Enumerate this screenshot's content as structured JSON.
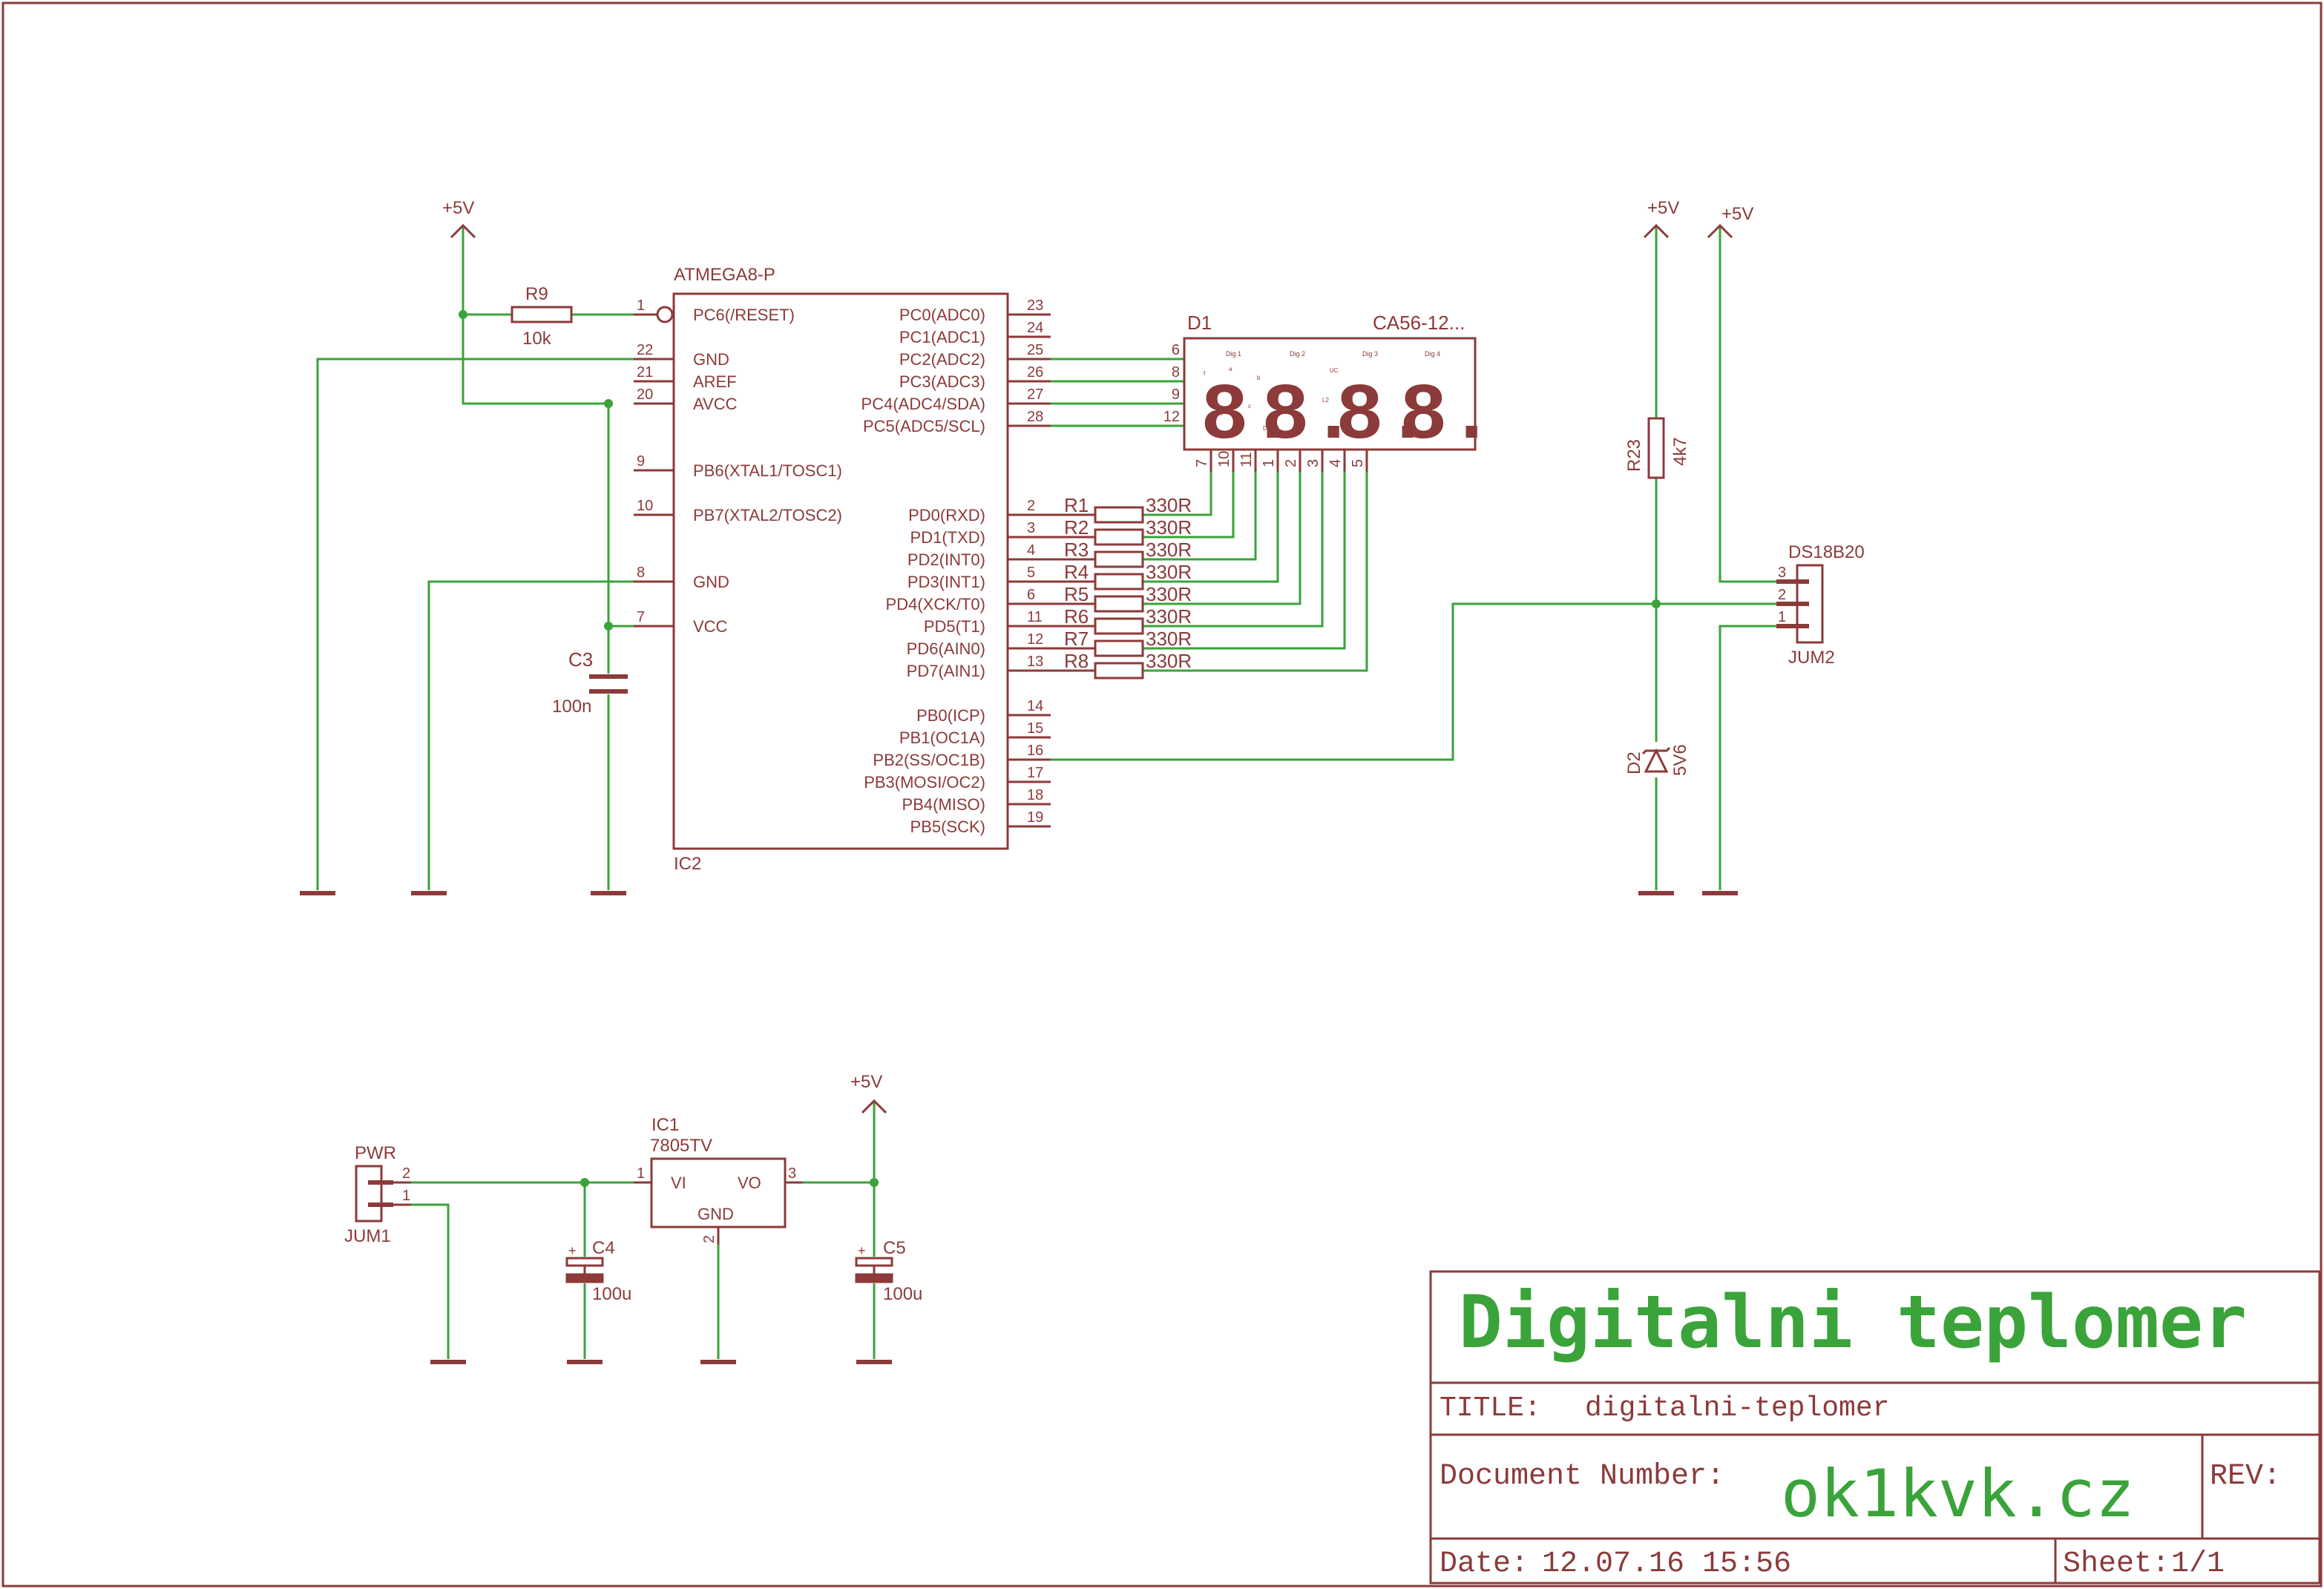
{
  "colors": {
    "symbol": "#8c3a3a",
    "wire": "#3aa33a",
    "junction": "#3aa33a",
    "background": "#ffffff"
  },
  "supply": {
    "label": "+5V"
  },
  "mcu": {
    "name": "ATMEGA8-P",
    "ref": "IC2",
    "left_pins": [
      {
        "num": "1",
        "name": "PC6(/RESET)"
      },
      {
        "num": "22",
        "name": "GND"
      },
      {
        "num": "21",
        "name": "AREF"
      },
      {
        "num": "20",
        "name": "AVCC"
      },
      {
        "num": "9",
        "name": "PB6(XTAL1/TOSC1)"
      },
      {
        "num": "10",
        "name": "PB7(XTAL2/TOSC2)"
      },
      {
        "num": "8",
        "name": "GND"
      },
      {
        "num": "7",
        "name": "VCC"
      }
    ],
    "right_pins": [
      {
        "num": "23",
        "name": "PC0(ADC0)"
      },
      {
        "num": "24",
        "name": "PC1(ADC1)"
      },
      {
        "num": "25",
        "name": "PC2(ADC2)"
      },
      {
        "num": "26",
        "name": "PC3(ADC3)"
      },
      {
        "num": "27",
        "name": "PC4(ADC4/SDA)"
      },
      {
        "num": "28",
        "name": "PC5(ADC5/SCL)"
      },
      {
        "num": "2",
        "name": "PD0(RXD)"
      },
      {
        "num": "3",
        "name": "PD1(TXD)"
      },
      {
        "num": "4",
        "name": "PD2(INT0)"
      },
      {
        "num": "5",
        "name": "PD3(INT1)"
      },
      {
        "num": "6",
        "name": "PD4(XCK/T0)"
      },
      {
        "num": "11",
        "name": "PD5(T1)"
      },
      {
        "num": "12",
        "name": "PD6(AIN0)"
      },
      {
        "num": "13",
        "name": "PD7(AIN1)"
      },
      {
        "num": "14",
        "name": "PB0(ICP)"
      },
      {
        "num": "15",
        "name": "PB1(OC1A)"
      },
      {
        "num": "16",
        "name": "PB2(SS/OC1B)"
      },
      {
        "num": "17",
        "name": "PB3(MOSI/OC2)"
      },
      {
        "num": "18",
        "name": "PB4(MISO)"
      },
      {
        "num": "19",
        "name": "PB5(SCK)"
      }
    ]
  },
  "r9": {
    "ref": "R9",
    "value": "10k"
  },
  "c3": {
    "ref": "C3",
    "value": "100n"
  },
  "display": {
    "ref": "D1",
    "value": "CA56-12...",
    "digits": [
      "8.",
      "8.",
      "8.",
      "8."
    ],
    "digit_labels": [
      "Dig 1",
      "Dig 2",
      "Dig 3",
      "Dig 4"
    ],
    "seg_labels": [
      "a",
      "b",
      "f",
      "e",
      "c",
      "d",
      "UC",
      "L2",
      "DP"
    ],
    "top_pins": [
      "6",
      "8",
      "9",
      "12"
    ],
    "bottom_pins": [
      "7",
      "10",
      "11",
      "1",
      "2",
      "3",
      "4",
      "5"
    ]
  },
  "resistors": [
    {
      "ref": "R1",
      "value": "330R"
    },
    {
      "ref": "R2",
      "value": "330R"
    },
    {
      "ref": "R3",
      "value": "330R"
    },
    {
      "ref": "R4",
      "value": "330R"
    },
    {
      "ref": "R5",
      "value": "330R"
    },
    {
      "ref": "R6",
      "value": "330R"
    },
    {
      "ref": "R7",
      "value": "330R"
    },
    {
      "ref": "R8",
      "value": "330R"
    }
  ],
  "r23": {
    "ref": "R23",
    "value": "4k7"
  },
  "d2": {
    "ref": "D2",
    "value": "5V6"
  },
  "jum2": {
    "name": "DS18B20",
    "ref": "JUM2",
    "pins": [
      "3",
      "2",
      "1"
    ]
  },
  "jum1": {
    "name": "PWR",
    "ref": "JUM1",
    "pins": [
      "2",
      "1"
    ]
  },
  "ic1": {
    "ref": "IC1",
    "value": "7805TV",
    "vi": "VI",
    "vo": "VO",
    "gnd": "GND",
    "pin1": "1",
    "pin2": "2",
    "pin3": "3"
  },
  "c4": {
    "ref": "C4",
    "value": "100u",
    "plus": "+"
  },
  "c5": {
    "ref": "C5",
    "value": "100u",
    "plus": "+"
  },
  "title_block": {
    "heading": "Digitalni teplomer",
    "title_label": "TITLE:",
    "title_value": "digitalni-teplomer",
    "doc_label": "Document Number:",
    "doc_value": "ok1kvk.cz",
    "rev_label": "REV:",
    "date_label": "Date:",
    "date_value": "12.07.16 15:56",
    "sheet_label": "Sheet:",
    "sheet_value": "1/1"
  }
}
